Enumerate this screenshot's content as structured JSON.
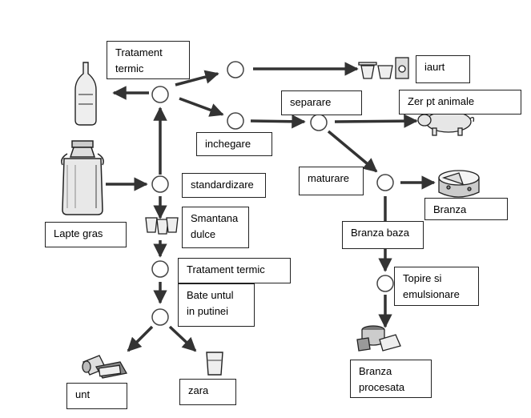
{
  "labels": {
    "tratament_termic_top": "Tratament\ntermic",
    "inchegare": "inchegare",
    "separare": "separare",
    "iaurt": "iaurt",
    "zer": "Zer pt animale",
    "standardizare": "standardizare",
    "maturare": "maturare",
    "branza": "Branza",
    "branza_baza": "Branza baza",
    "lapte_gras": "Lapte gras",
    "smantana_dulce": "Smantana\ndulce",
    "tratament_termic_mid": "Tratament termic",
    "bate_untul": "Bate untul\nin putinei",
    "topire": "Topire si\nemulsionare",
    "branza_procesata": "Branza\nprocesata",
    "unt": "unt",
    "zara": "zara"
  },
  "icons": [
    "milk-bottle-icon",
    "milk-can-icon",
    "yogurt-cups-icon",
    "pig-icon",
    "cheese-wheel-icon",
    "cream-cups-icon",
    "butter-pack-icon",
    "buttermilk-glass-icon",
    "processed-cheese-icon"
  ]
}
